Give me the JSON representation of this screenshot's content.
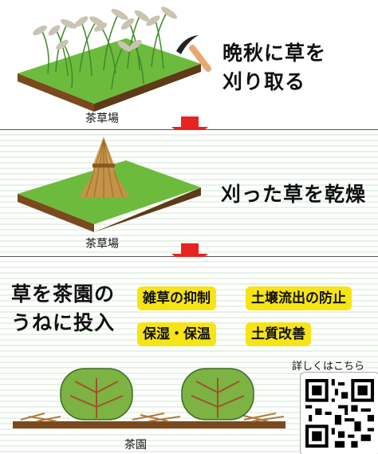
{
  "step1": {
    "title_line1": "晩秋に草を",
    "title_line2": "刈り取る",
    "caption": "茶草場"
  },
  "step2": {
    "title": "刈った草を乾燥",
    "caption": "茶草場"
  },
  "step3": {
    "title_line1": "草を茶園の",
    "title_line2": "うねに投入",
    "benefits": [
      "雑草の抑制",
      "土壌流出の防止",
      "保湿・保温",
      "土質改善"
    ],
    "caption": "茶園"
  },
  "qr_callout": "詳しくはこちら",
  "colors": {
    "arrow": "#e8231f",
    "badge": "#f7e417",
    "grass_top": "#6dbb3d",
    "soil": "#7a4a1e",
    "tea_bush": "#7cb342"
  },
  "icons": [
    "sickle-icon",
    "down-arrow-icon",
    "qr-code-icon"
  ]
}
